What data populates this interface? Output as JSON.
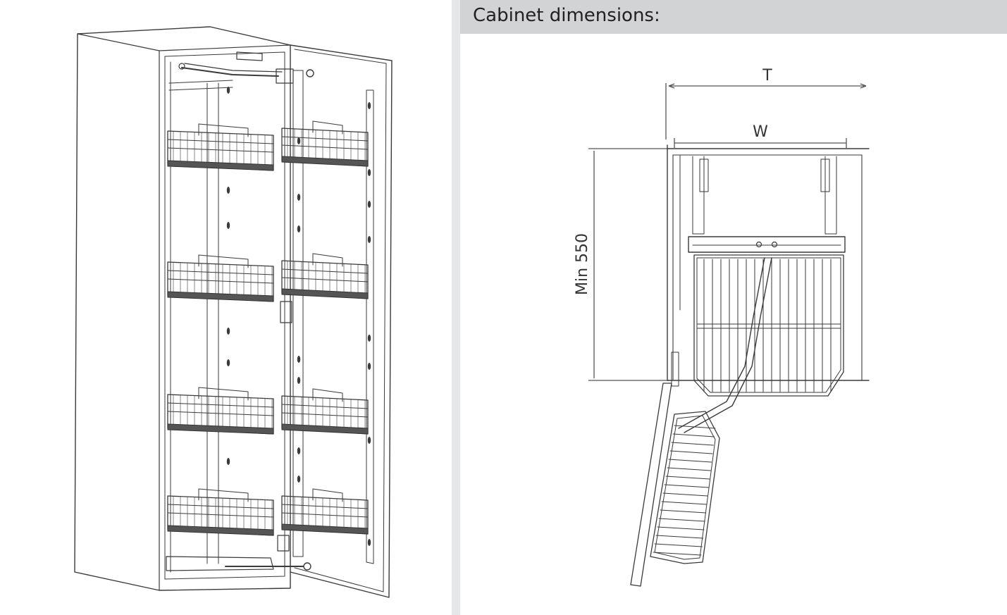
{
  "header": {
    "title": "Cabinet dimensions:"
  },
  "dimensions": {
    "depth_label": "T",
    "width_label": "W",
    "min_height_label": "Min 550"
  },
  "colors": {
    "header_bg": "#d1d3d4",
    "divider": "#e6e7e8",
    "line": "#3a3a3a",
    "text": "#231f20"
  },
  "icons": [
    "pantry-cabinet-illustration",
    "cabinet-top-view-drawing"
  ]
}
